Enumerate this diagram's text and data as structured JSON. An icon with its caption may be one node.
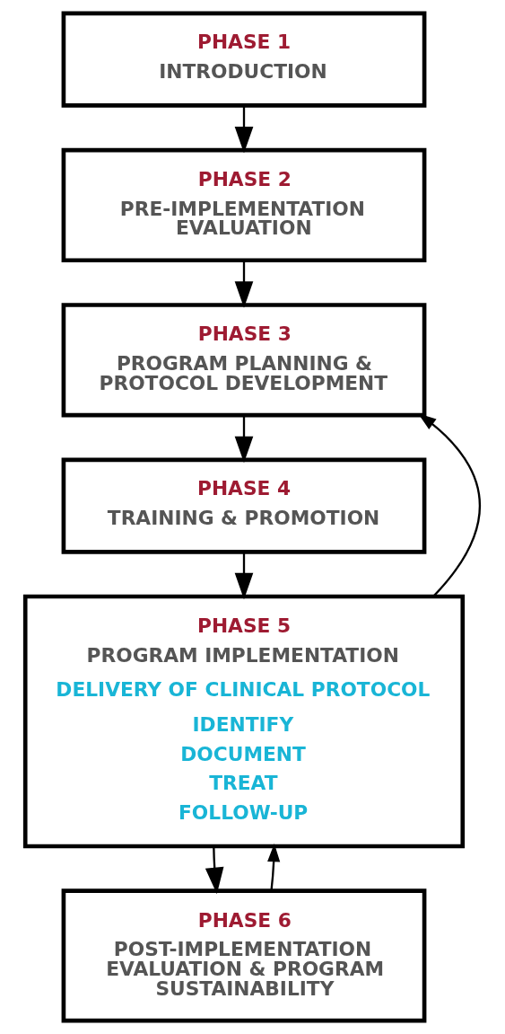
{
  "diagram": {
    "nodes": [
      {
        "text": [
          "PHASE 1",
          "INTRODUCTION"
        ]
      },
      {
        "text": [
          "PHASE 2",
          "PRE-IMPLEMENTATION EVALUATION"
        ]
      },
      {
        "text": [
          "PHASE 3",
          "PROGRAM PLANNING & PROTOCOL DEVELOPMENT"
        ]
      },
      {
        "text": [
          "PHASE 4",
          "TRAINING & PROMOTION"
        ]
      },
      {
        "text": [
          "PHASE 5",
          "PROGRAM IMPLEMENTATION",
          "DELIVERY OF CLINICAL PROTOCOL",
          "IDENTIFY",
          "DOCUMENT",
          "TREAT",
          "FOLLOW-UP"
        ]
      },
      {
        "text": [
          "PHASE 6",
          "POST-IMPLEMENTATION EVALUATION & PROGRAM SUSTAINABILITY"
        ]
      }
    ],
    "edges": [
      {
        "from": 0,
        "to": 1,
        "arrow": "to"
      },
      {
        "from": 1,
        "to": 2,
        "arrow": "to"
      },
      {
        "from": 2,
        "to": 3,
        "arrow": "to"
      },
      {
        "from": 3,
        "to": 4,
        "arrow": "to"
      },
      {
        "from": 4,
        "to": 5,
        "arrow": "to"
      },
      {
        "from": 4,
        "to": 2,
        "arrow": "to"
      },
      {
        "from": 5,
        "to": 4,
        "arrow": "to"
      }
    ]
  }
}
